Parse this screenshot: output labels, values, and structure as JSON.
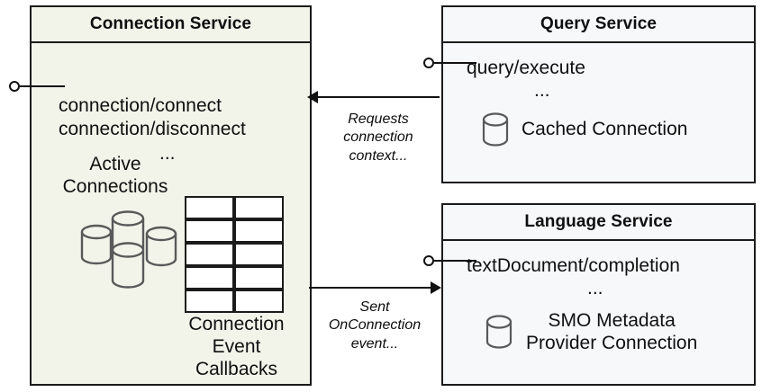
{
  "diagram": {
    "title": "Connection Service component diagram",
    "background": "#ffffff",
    "colors": {
      "connection_service_fill": "#f2f4e9",
      "query_service_fill": "#f7f8fa",
      "language_service_fill": "#f7f8fa",
      "stroke": "#1b1b1b",
      "cylinder_stroke": "#595959",
      "text": "#101010"
    },
    "components": [
      {
        "id": "connection-service",
        "title": "Connection Service",
        "api_lines": [
          "connection/connect",
          "connection/disconnect"
        ],
        "ellipsis": "...",
        "artifacts": [
          {
            "id": "active-connections",
            "label": "Active\nConnections",
            "label_line1": "Active",
            "label_line2": "Connections",
            "icon": "database-stack-icon",
            "icon_count": 4
          },
          {
            "id": "connection-event-callbacks",
            "label_line1": "Connection",
            "label_line2": "Event",
            "label_line3": "Callbacks",
            "icon": "table-grid-icon",
            "rows": 5,
            "columns": 2
          }
        ],
        "provided_interface": "socket-icon"
      },
      {
        "id": "query-service",
        "title": "Query Service",
        "api_lines": [
          "query/execute"
        ],
        "ellipsis": "...",
        "artifacts": [
          {
            "id": "cached-connection",
            "label": "Cached Connection",
            "icon": "database-cylinder-icon"
          }
        ],
        "provided_interface": "socket-icon"
      },
      {
        "id": "language-service",
        "title": "Language Service",
        "api_lines": [
          "textDocument/completion"
        ],
        "ellipsis": "...",
        "artifacts": [
          {
            "id": "smo-metadata-provider-connection",
            "label_line1": "SMO Metadata",
            "label_line2": "Provider Connection",
            "icon": "database-cylinder-icon"
          }
        ],
        "provided_interface": "socket-icon"
      }
    ],
    "edges": [
      {
        "id": "requests-connection-context",
        "from": "query-service",
        "to": "connection-service",
        "direction": "left",
        "label_line1": "Requests",
        "label_line2": "connection",
        "label_line3": "context..."
      },
      {
        "id": "sent-onconnection-event",
        "from": "connection-service",
        "to": "language-service",
        "direction": "right",
        "label_line1": "Sent",
        "label_line2": "OnConnection",
        "label_line3": "event..."
      }
    ]
  }
}
